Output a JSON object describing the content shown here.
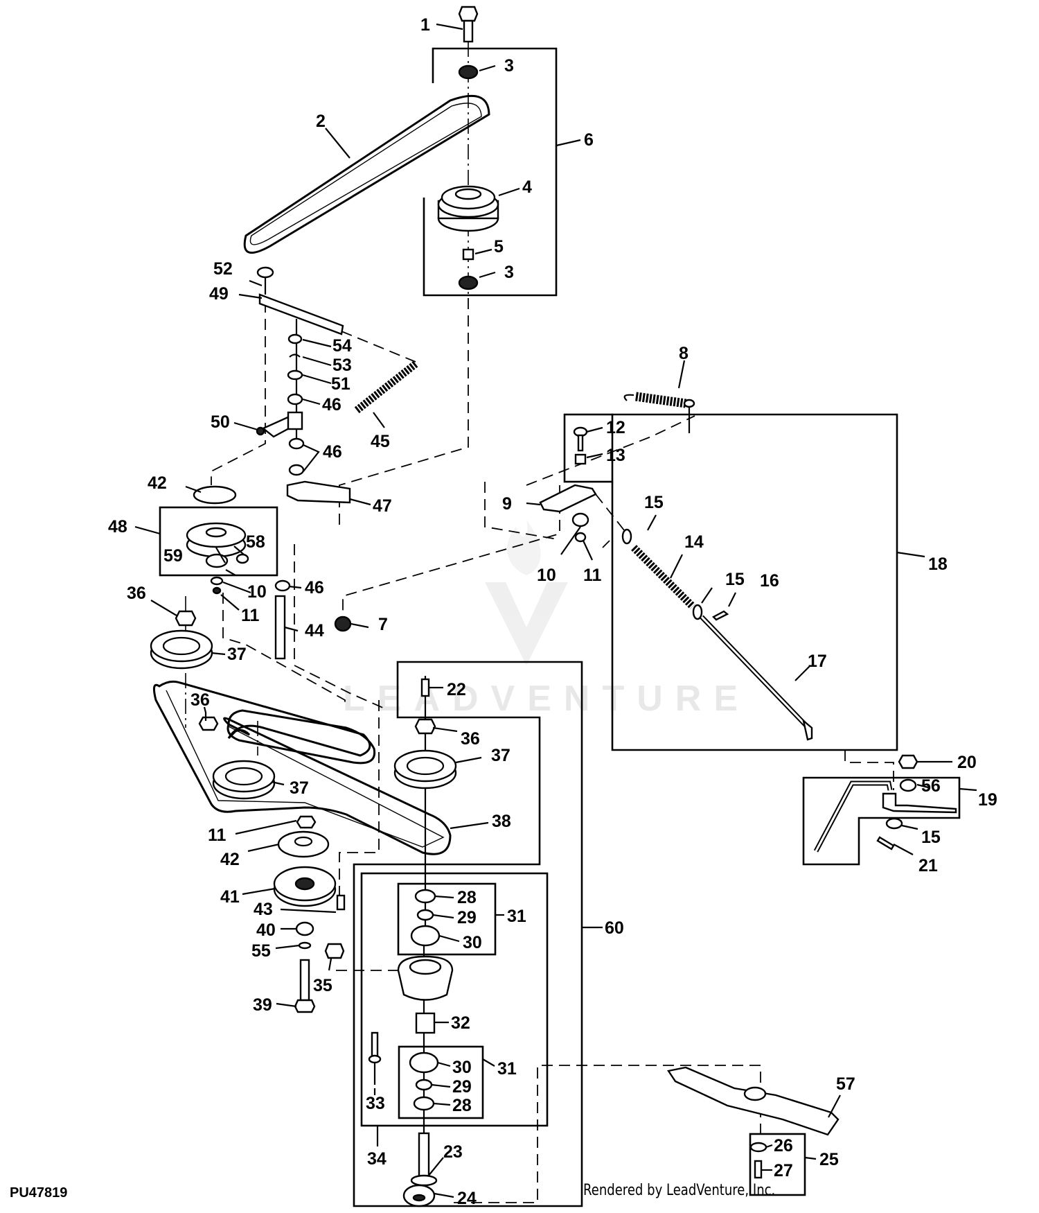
{
  "figure_id": "PU47819",
  "credit": "Rendered by LeadVenture, Inc.",
  "watermark": "LEADVENTURE",
  "callouts": [
    {
      "id": "c1",
      "text": "1"
    },
    {
      "id": "c2",
      "text": "2"
    },
    {
      "id": "c3a",
      "text": "3"
    },
    {
      "id": "c3b",
      "text": "3"
    },
    {
      "id": "c4",
      "text": "4"
    },
    {
      "id": "c5",
      "text": "5"
    },
    {
      "id": "c6",
      "text": "6"
    },
    {
      "id": "c7",
      "text": "7"
    },
    {
      "id": "c8",
      "text": "8"
    },
    {
      "id": "c9",
      "text": "9"
    },
    {
      "id": "c10a",
      "text": "10"
    },
    {
      "id": "c10b",
      "text": "10"
    },
    {
      "id": "c11a",
      "text": "11"
    },
    {
      "id": "c11b",
      "text": "11"
    },
    {
      "id": "c11c",
      "text": "11"
    },
    {
      "id": "c12",
      "text": "12"
    },
    {
      "id": "c13",
      "text": "13"
    },
    {
      "id": "c14",
      "text": "14"
    },
    {
      "id": "c15a",
      "text": "15"
    },
    {
      "id": "c15b",
      "text": "15"
    },
    {
      "id": "c15c",
      "text": "15"
    },
    {
      "id": "c16",
      "text": "16"
    },
    {
      "id": "c17",
      "text": "17"
    },
    {
      "id": "c18",
      "text": "18"
    },
    {
      "id": "c19",
      "text": "19"
    },
    {
      "id": "c20",
      "text": "20"
    },
    {
      "id": "c21",
      "text": "21"
    },
    {
      "id": "c22",
      "text": "22"
    },
    {
      "id": "c23",
      "text": "23"
    },
    {
      "id": "c24",
      "text": "24"
    },
    {
      "id": "c25",
      "text": "25"
    },
    {
      "id": "c26",
      "text": "26"
    },
    {
      "id": "c27",
      "text": "27"
    },
    {
      "id": "c28a",
      "text": "28"
    },
    {
      "id": "c28b",
      "text": "28"
    },
    {
      "id": "c29a",
      "text": "29"
    },
    {
      "id": "c29b",
      "text": "29"
    },
    {
      "id": "c30a",
      "text": "30"
    },
    {
      "id": "c30b",
      "text": "30"
    },
    {
      "id": "c31a",
      "text": "31"
    },
    {
      "id": "c31b",
      "text": "31"
    },
    {
      "id": "c32",
      "text": "32"
    },
    {
      "id": "c33",
      "text": "33"
    },
    {
      "id": "c34",
      "text": "34"
    },
    {
      "id": "c35",
      "text": "35"
    },
    {
      "id": "c36a",
      "text": "36"
    },
    {
      "id": "c36b",
      "text": "36"
    },
    {
      "id": "c36c",
      "text": "36"
    },
    {
      "id": "c37a",
      "text": "37"
    },
    {
      "id": "c37b",
      "text": "37"
    },
    {
      "id": "c37c",
      "text": "37"
    },
    {
      "id": "c38",
      "text": "38"
    },
    {
      "id": "c39",
      "text": "39"
    },
    {
      "id": "c40",
      "text": "40"
    },
    {
      "id": "c41",
      "text": "41"
    },
    {
      "id": "c42a",
      "text": "42"
    },
    {
      "id": "c42b",
      "text": "42"
    },
    {
      "id": "c43",
      "text": "43"
    },
    {
      "id": "c44",
      "text": "44"
    },
    {
      "id": "c45",
      "text": "45"
    },
    {
      "id": "c46a",
      "text": "46"
    },
    {
      "id": "c46b",
      "text": "46"
    },
    {
      "id": "c46c",
      "text": "46"
    },
    {
      "id": "c47",
      "text": "47"
    },
    {
      "id": "c48",
      "text": "48"
    },
    {
      "id": "c49",
      "text": "49"
    },
    {
      "id": "c50",
      "text": "50"
    },
    {
      "id": "c51",
      "text": "51"
    },
    {
      "id": "c52",
      "text": "52"
    },
    {
      "id": "c53",
      "text": "53"
    },
    {
      "id": "c54",
      "text": "54"
    },
    {
      "id": "c55",
      "text": "55"
    },
    {
      "id": "c56",
      "text": "56"
    },
    {
      "id": "c57",
      "text": "57"
    },
    {
      "id": "c58",
      "text": "58"
    },
    {
      "id": "c59",
      "text": "59"
    },
    {
      "id": "c60",
      "text": "60"
    }
  ]
}
